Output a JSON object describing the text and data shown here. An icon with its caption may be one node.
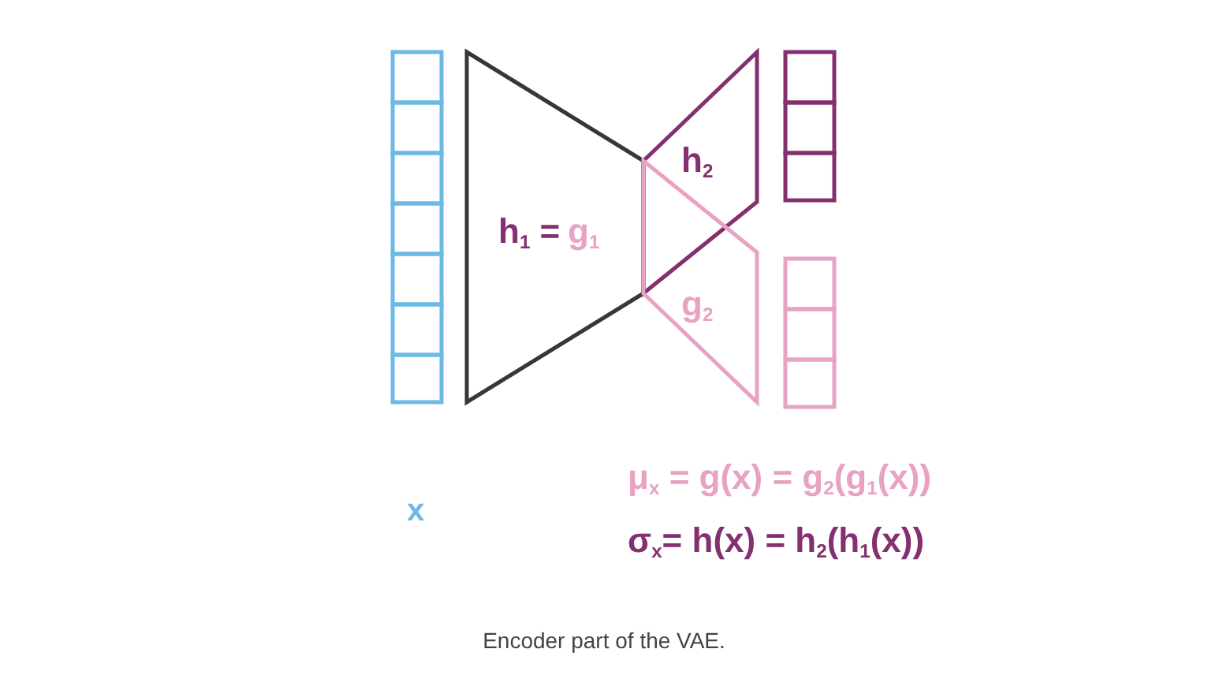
{
  "diagram": {
    "caption": "Encoder part of the VAE.",
    "nodes": [
      {
        "text": [],
        "shape": "bar"
      },
      {
        "text": [
          "h$_{1}$ =",
          "g$_{1}$"
        ]
      },
      {
        "text": [
          "h$_{2}$"
        ]
      },
      {
        "text": [
          "g$_{2}$"
        ]
      },
      {
        "text": [],
        "shape": "bar"
      },
      {
        "text": [],
        "shape": "bar"
      }
    ],
    "labels": [
      "x",
      "μ$_{x}$ = g(x) = g$_{2}$(g$_{1}$(x))",
      "σ$_{x}$= h(x) = h$_{2}$(h$_{1}$(x))"
    ]
  }
}
